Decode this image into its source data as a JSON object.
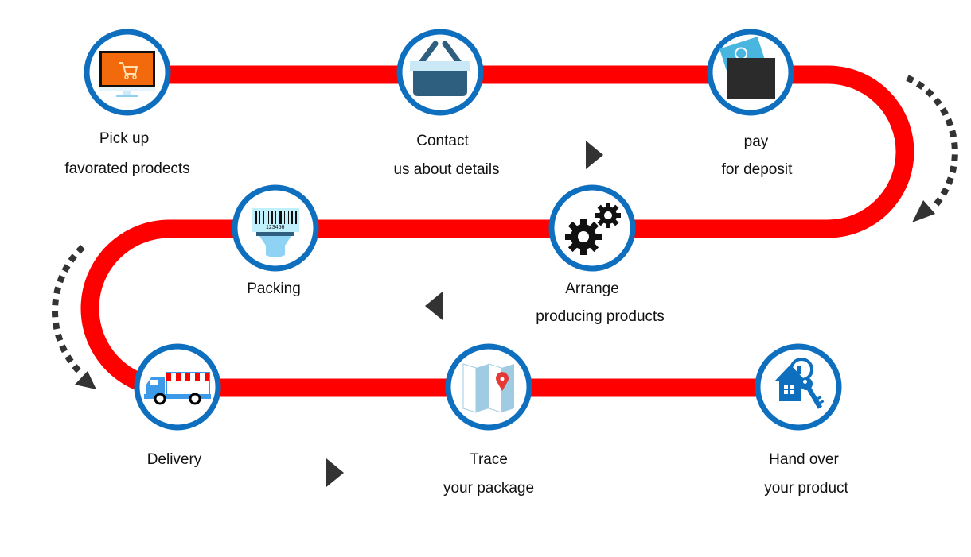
{
  "diagram": {
    "title": "Order process flow",
    "colors": {
      "path": "#ff0000",
      "ring": "#0f6fbf",
      "arrow": "#333333",
      "icon_dark": "#2b2b2b",
      "icon_blue": "#3d9ae8",
      "icon_lightblue": "#bfe9f7"
    },
    "steps": [
      {
        "id": "pick-up",
        "order": 1,
        "icon": "monitor-cart-icon",
        "lines": [
          "Pick up",
          "favorated prodects"
        ]
      },
      {
        "id": "contact",
        "order": 2,
        "icon": "basket-icon",
        "lines": [
          "Contact",
          "us about details"
        ]
      },
      {
        "id": "pay",
        "order": 3,
        "icon": "wallet-money-icon",
        "lines": [
          "pay",
          "for deposit"
        ]
      },
      {
        "id": "arrange",
        "order": 4,
        "icon": "gears-icon",
        "lines": [
          "Arrange",
          "producing products"
        ]
      },
      {
        "id": "packing",
        "order": 5,
        "icon": "barcode-scanner-icon",
        "lines": [
          "Packing"
        ]
      },
      {
        "id": "delivery",
        "order": 6,
        "icon": "delivery-truck-icon",
        "lines": [
          "Delivery"
        ]
      },
      {
        "id": "trace",
        "order": 7,
        "icon": "map-pin-icon",
        "lines": [
          "Trace",
          "your package"
        ]
      },
      {
        "id": "hand-over",
        "order": 8,
        "icon": "house-key-icon",
        "lines": [
          "Hand over",
          "your product"
        ]
      }
    ],
    "barcode_number": "123456",
    "direction_arrows": [
      {
        "row": 1,
        "direction": "right"
      },
      {
        "row": 2,
        "direction": "left"
      },
      {
        "row": 3,
        "direction": "right"
      }
    ],
    "turn_arrows": [
      {
        "side": "right",
        "direction": "clockwise-down"
      },
      {
        "side": "left",
        "direction": "counterclockwise-down"
      }
    ]
  }
}
